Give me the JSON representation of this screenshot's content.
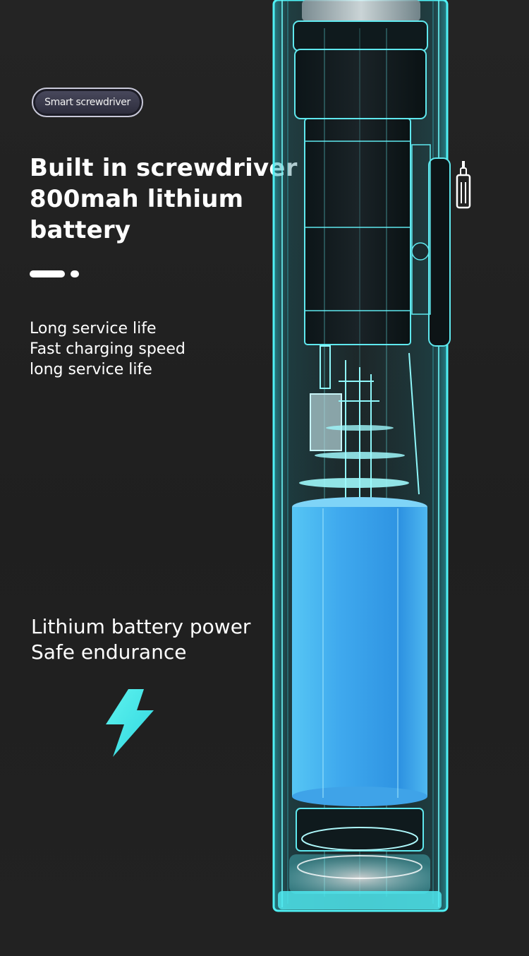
{
  "badge": {
    "label": "Smart screwdriver"
  },
  "headline": {
    "line1": "Built in screwdriver",
    "line2": "800mah lithium",
    "line3": "battery"
  },
  "features": [
    "Long service life",
    "Fast charging speed",
    "long service life"
  ],
  "battery_text": {
    "line1": "Lithium battery power",
    "line2": "Safe endurance"
  },
  "icons": {
    "bolt": "lightning-bolt-icon",
    "side": "screwdriver-icon"
  },
  "colors": {
    "background": "#232323",
    "accent_cyan": "#3fe3e8",
    "battery_blue": "#3aa7f0"
  }
}
